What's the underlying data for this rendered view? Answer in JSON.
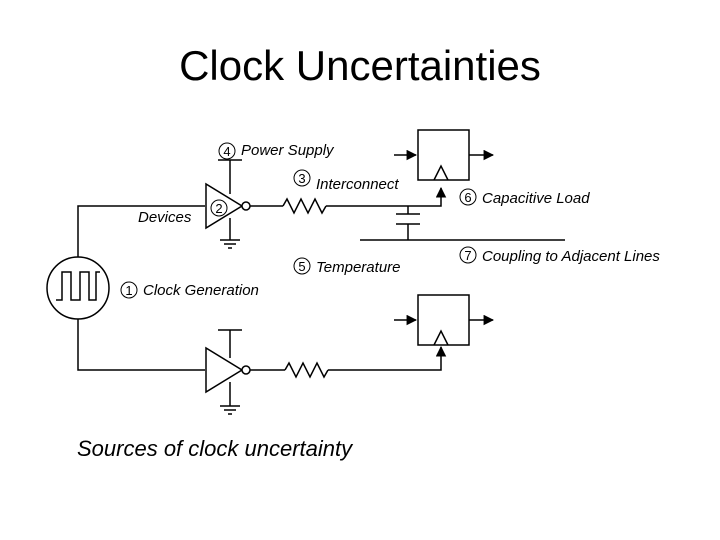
{
  "title": "Clock Uncertainties",
  "caption": "Sources of clock uncertainty",
  "labels": {
    "power_supply": "Power Supply",
    "interconnect": "Interconnect",
    "devices": "Devices",
    "capacitive_load": "Capacitive Load",
    "coupling": "Coupling to Adjacent Lines",
    "temperature": "Temperature",
    "clock_generation": "Clock Generation"
  },
  "markers": {
    "clock_generation": "1",
    "devices": "2",
    "interconnect": "3",
    "power_supply": "4",
    "temperature": "5",
    "capacitive_load": "6",
    "coupling": "7"
  }
}
